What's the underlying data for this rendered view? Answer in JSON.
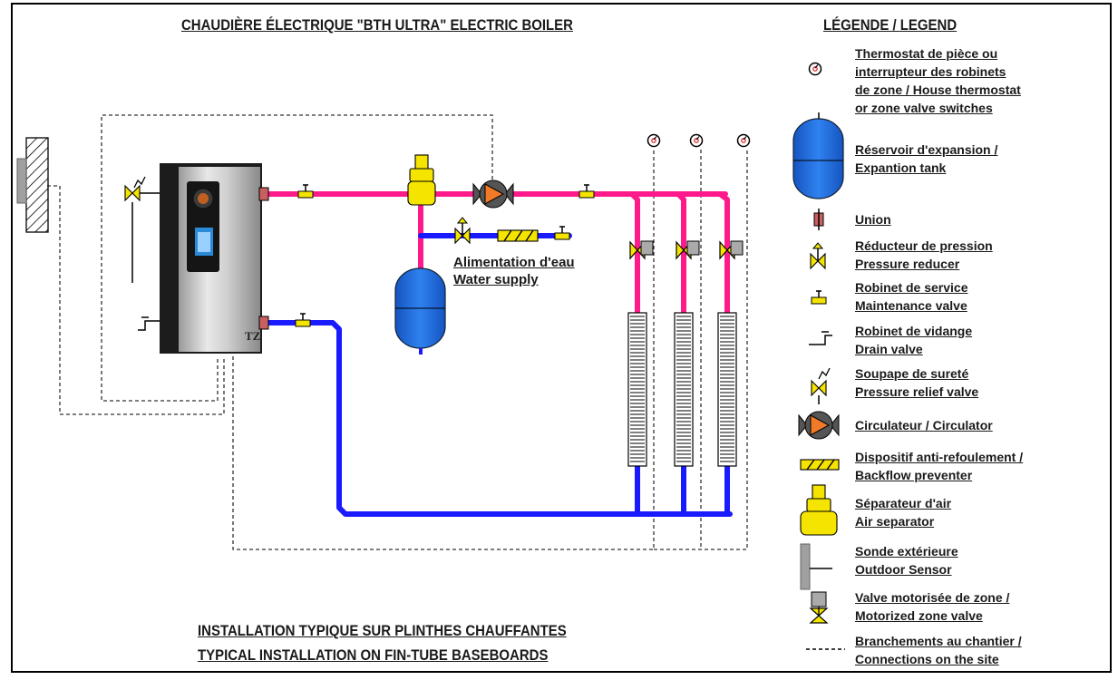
{
  "titles": {
    "main": "CHAUDIÈRE ÉLECTRIQUE \"BTH ULTRA\" ELECTRIC BOILER",
    "legend": "LÉGENDE / LEGEND",
    "bottom_line1": "INSTALLATION TYPIQUE SUR PLINTHES CHAUFFANTES",
    "bottom_line2": "TYPICAL INSTALLATION ON FIN-TUBE BASEBOARDS"
  },
  "diagram": {
    "water_supply_fr": "Alimentation d'eau",
    "water_supply_en": "Water supply",
    "boiler_badge": "TZ"
  },
  "legend": {
    "items": [
      {
        "icon": "thermostat-icon",
        "lines": [
          "Thermostat de pièce ou",
          "interrupteur des robinets",
          "de zone / House thermostat",
          "or zone valve switches"
        ]
      },
      {
        "icon": "expansion-tank-icon",
        "lines": [
          "Réservoir d'expansion /",
          "Expantion tank"
        ]
      },
      {
        "icon": "union-icon",
        "lines": [
          "Union"
        ]
      },
      {
        "icon": "pressure-reducer-icon",
        "lines": [
          "Réducteur de pression",
          "Pressure reducer"
        ]
      },
      {
        "icon": "maintenance-valve-icon",
        "lines": [
          "Robinet de service",
          "Maintenance valve"
        ]
      },
      {
        "icon": "drain-valve-icon",
        "lines": [
          "Robinet de vidange",
          "Drain valve"
        ]
      },
      {
        "icon": "relief-valve-icon",
        "lines": [
          "Soupape de sureté",
          "Pressure relief valve"
        ]
      },
      {
        "icon": "circulator-icon",
        "lines": [
          "Circulateur / Circulator"
        ]
      },
      {
        "icon": "backflow-preventer-icon",
        "lines": [
          "Dispositif anti-refoulement /",
          "Backflow preventer"
        ]
      },
      {
        "icon": "air-separator-icon",
        "lines": [
          "Séparateur d'air",
          "Air separator"
        ]
      },
      {
        "icon": "outdoor-sensor-icon",
        "lines": [
          "Sonde extérieure",
          "Outdoor Sensor"
        ]
      },
      {
        "icon": "motorized-zone-valve-icon",
        "lines": [
          "Valve motorisée de zone /",
          "Motorized zone valve"
        ]
      },
      {
        "icon": "site-connection-icon",
        "lines": [
          "Branchements au chantier /",
          "Connections on the site"
        ]
      }
    ]
  },
  "colors": {
    "supply_pipe": "#ff1a8c",
    "return_pipe": "#1a1aff",
    "tank": "#1f6fe0",
    "valve_yellow": "#f5e400",
    "circulator_orange": "#f07a28"
  }
}
